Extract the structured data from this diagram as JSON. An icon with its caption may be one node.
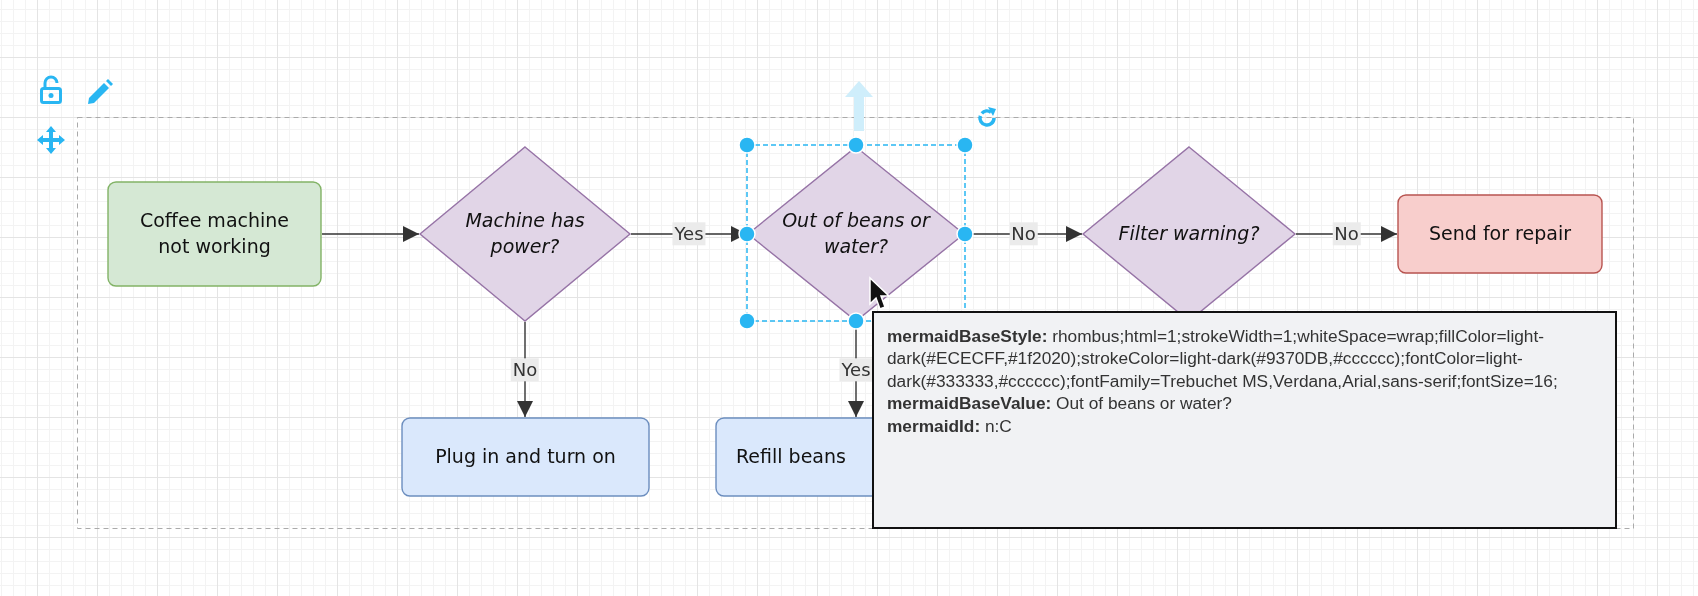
{
  "diagram": {
    "nodes": [
      {
        "text": [
          "Coffee machine not working"
        ]
      },
      {
        "text": [
          "Machine has power?"
        ]
      },
      {
        "text": [
          "Out of beans or water?"
        ]
      },
      {
        "text": [
          "Filter warning?"
        ]
      },
      {
        "text": [
          "Send for repair"
        ]
      },
      {
        "text": [
          "Plug in and turn on"
        ]
      },
      {
        "text": [
          "Refill beans"
        ]
      }
    ],
    "edges": [
      {
        "from": 0,
        "to": 1,
        "arrow": "to"
      },
      {
        "from": 1,
        "to": 2,
        "arrow": "to",
        "label": "Yes"
      },
      {
        "from": 2,
        "to": 3,
        "arrow": "to",
        "label": "No"
      },
      {
        "from": 3,
        "to": 4,
        "arrow": "to",
        "label": "No"
      },
      {
        "from": 1,
        "to": 5,
        "arrow": "to",
        "label": "No"
      },
      {
        "from": 2,
        "to": 6,
        "arrow": "to",
        "label": "Yes"
      }
    ],
    "labels": [
      "**mermaidBaseStyle:** rhombus;html=1;strokeWidth=1;whiteSpace=wrap;fillColor=light-dark(#ECECFF,#1f2020);strokeColor=light-dark(#9370DB,#cccccc);fontColor=light-dark(#333333,#cccccc);fontFamily=Trebuchet MS,Verdana,Arial,sans-serif;fontSize=16;",
      "**mermaidBaseValue:** Out of beans or water?",
      "**mermaidId:** n:C"
    ]
  }
}
